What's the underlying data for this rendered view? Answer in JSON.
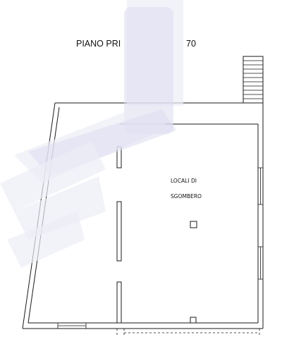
{
  "drawing": {
    "title_left": "PIANO PRI",
    "title_right": "70",
    "room_label_line1": "LOCALI DI",
    "room_label_line2": "SGOMBERO"
  },
  "colors": {
    "lines": "#1a1a1a",
    "background": "#ffffff",
    "watermark": "#dcdcf0"
  }
}
